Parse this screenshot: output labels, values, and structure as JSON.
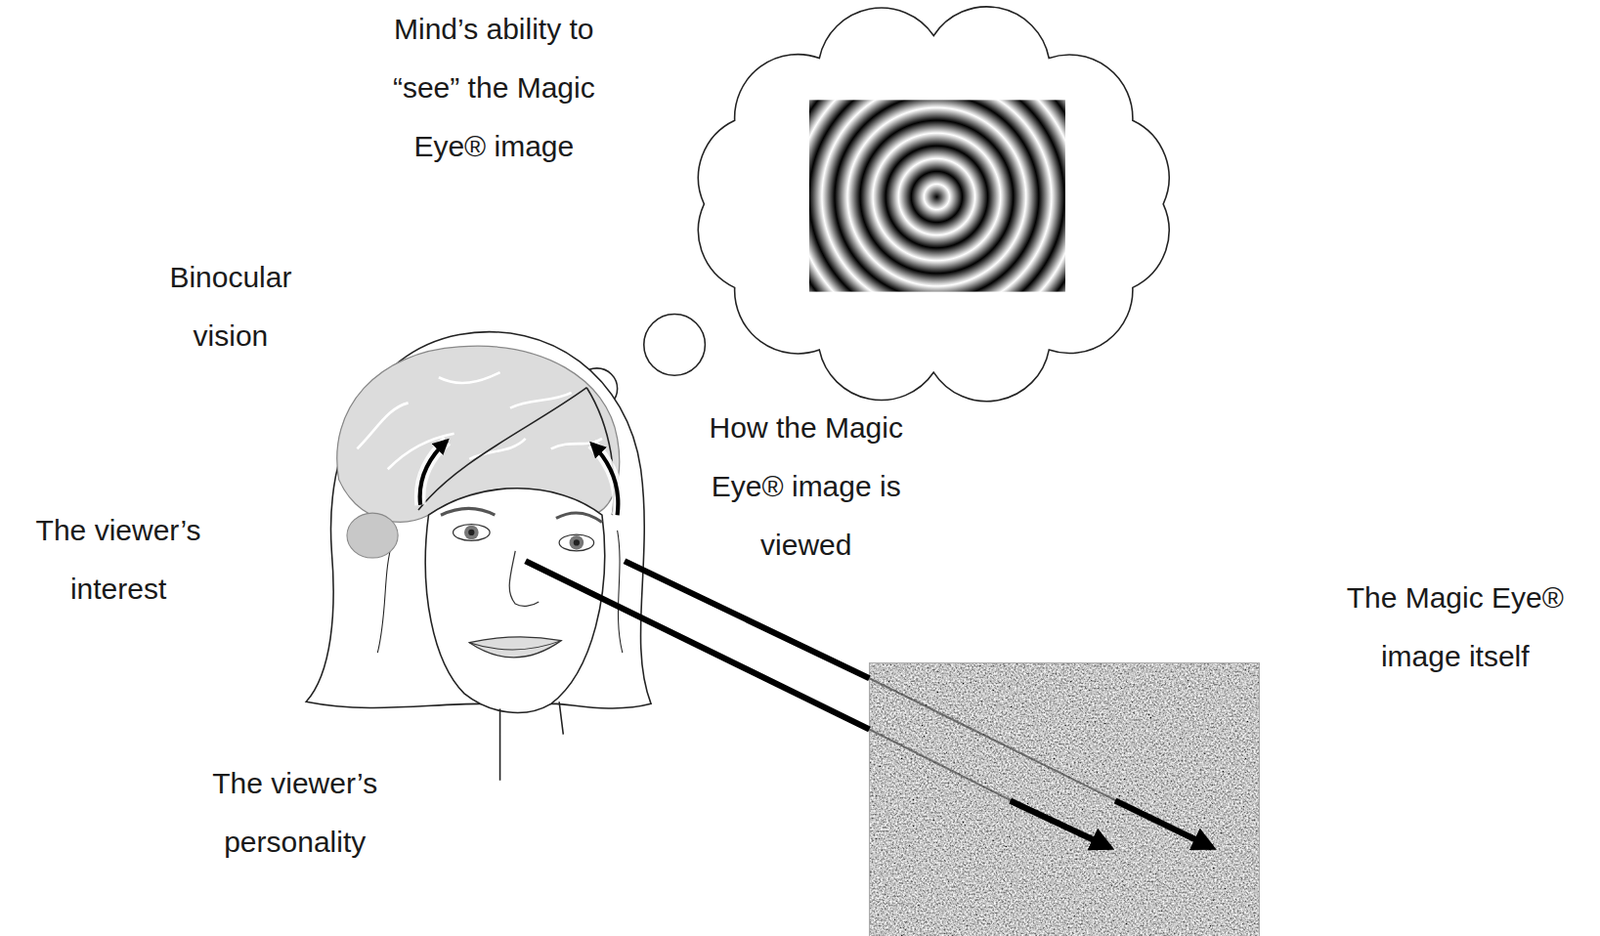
{
  "diagram": {
    "labels": [
      "Mind’s ability to “see” the Magic Eye® image",
      "Binocular vision",
      "How the Magic Eye® image is viewed",
      "The viewer’s interest",
      "The viewer’s personality",
      "The Magic Eye® image itself"
    ]
  }
}
